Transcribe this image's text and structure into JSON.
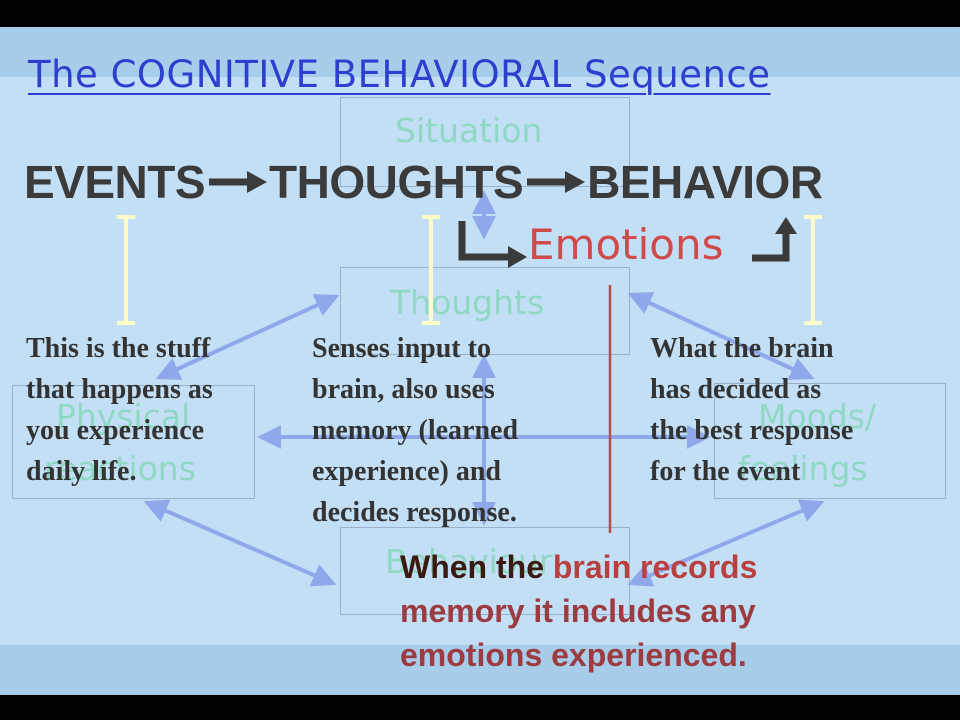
{
  "title": "The COGNITIVE BEHAVIORAL Sequence",
  "flow": {
    "events": "EVENTS",
    "thoughts": "THOUGHTS",
    "behavior": "BEHAVIOR"
  },
  "emotions_label": "Emotions",
  "background_boxes": {
    "situation": "Situation",
    "thoughts": "Thoughts",
    "physical": "Physical",
    "reactions": "reactions",
    "moods": "Moods/",
    "feelings": "feelings",
    "behaviour": "Behaviour"
  },
  "descriptions": {
    "events": [
      "This is the stuff",
      "that happens as",
      "you experience",
      "daily life."
    ],
    "thoughts": [
      "Senses input to",
      "brain, also uses",
      "memory (learned",
      "experience) and",
      "decides response."
    ],
    "behavior": [
      "What  the  brain",
      "has  decided  as",
      "the best response",
      "for the event"
    ]
  },
  "memory_note": {
    "line1_dark": "When the",
    "line1_red": "brain records",
    "line2": "memory it includes any",
    "line3": "emotions experienced."
  },
  "colors": {
    "slide_bg": "#c3dff5",
    "title": "#2e3fd0",
    "flow_text": "#3b3b3b",
    "emotions": "#d04a4a",
    "ghost_text": "#8fd8c3",
    "bracket": "#fffcc8",
    "ghost_arrow": "#8fa8ec",
    "red_line": "#b84a4a",
    "memory_text": "#9c3b40"
  }
}
